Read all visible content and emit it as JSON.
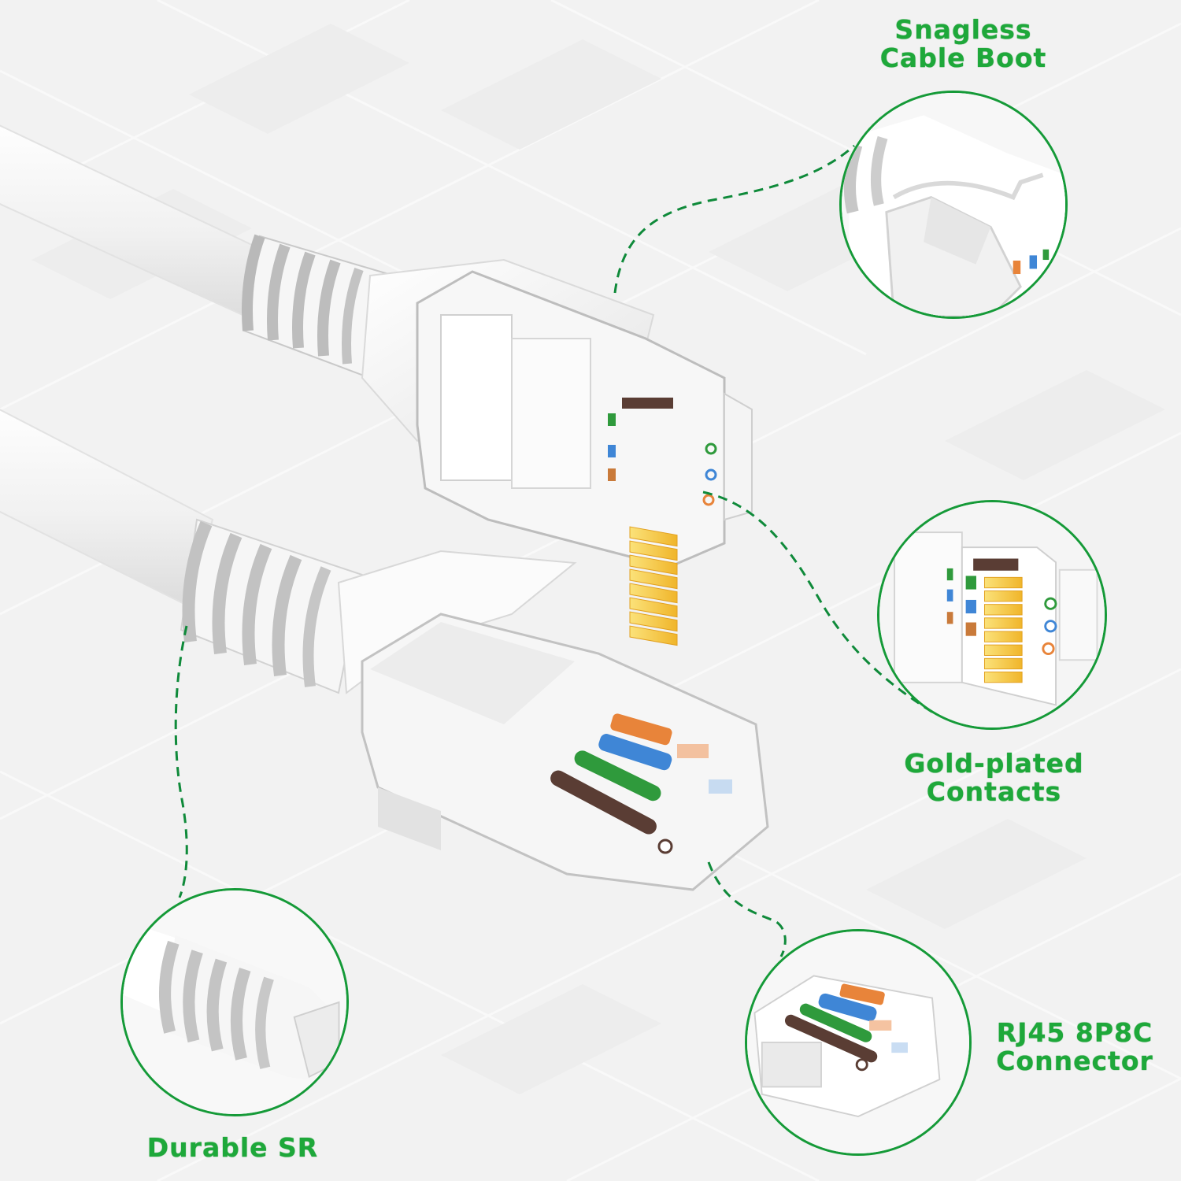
{
  "theme": {
    "accent_green": "#1ea83a",
    "circle_border": "#159a38",
    "dash_green": "#0f8a3a",
    "background": "#f3f3f3"
  },
  "product": {
    "subject": "white RJ45 Ethernet patch cable, two connectors"
  },
  "callouts": [
    {
      "id": "snagless-boot",
      "lines": [
        "Snagless",
        "Cable Boot"
      ],
      "icon": "snagless-boot-closeup"
    },
    {
      "id": "gold-contacts",
      "lines": [
        "Gold-plated",
        "Contacts"
      ],
      "icon": "gold-contacts-closeup"
    },
    {
      "id": "rj45-connector",
      "lines": [
        "RJ45 8P8C",
        "Connector"
      ],
      "icon": "rj45-connector-closeup"
    },
    {
      "id": "strain-relief",
      "lines": [
        "Durable SR"
      ],
      "icon": "strain-relief-closeup"
    }
  ],
  "wire_colors": {
    "orange": "#e8843a",
    "blue": "#3f86d6",
    "green": "#2f9a3c",
    "brown": "#5a3d34",
    "gold": "#f4c531"
  }
}
